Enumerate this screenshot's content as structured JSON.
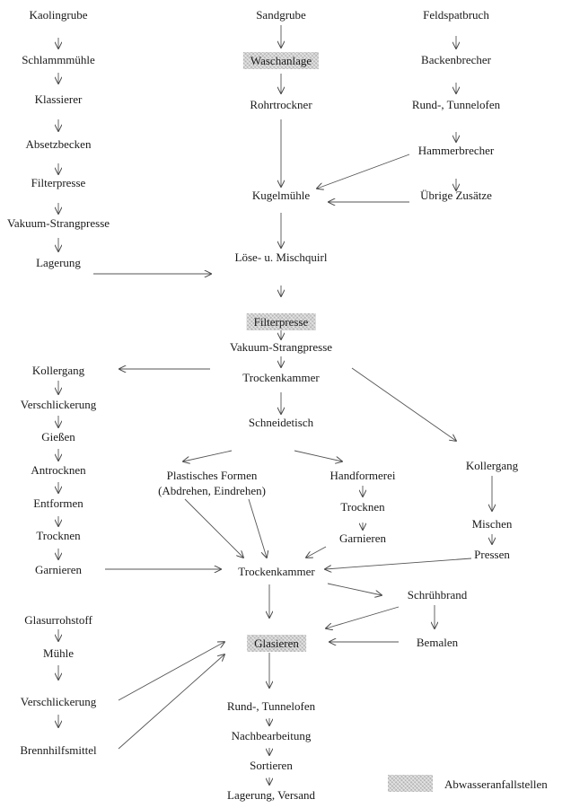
{
  "legend": {
    "label": "Abwasseranfallstellen",
    "color": "#cfcfcf"
  },
  "nodes": {
    "kaolingrube": "Kaolingrube",
    "schlammmuehle": "Schlammmühle",
    "klassierer": "Klassierer",
    "absetzbecken": "Absetzbecken",
    "filterpresse_l": "Filterpresse",
    "vakuum_l": "Vakuum-Strangpresse",
    "lagerung_l": "Lagerung",
    "sandgrube": "Sandgrube",
    "waschanlage": "Waschanlage",
    "rohrtrockner": "Rohrtrockner",
    "kugelmuehle": "Kugelmühle",
    "loese": "Löse- u. Mischquirl",
    "feldspatbruch": "Feldspatbruch",
    "backenbrecher": "Backenbrecher",
    "rundofen_r": "Rund-, Tunnelofen",
    "hammerbrecher": "Hammerbrecher",
    "zusaetze": "Übrige Zusätze",
    "filterpresse_c": "Filterpresse",
    "vakuum_c": "Vakuum-Strangpresse",
    "trockenkammer_1": "Trockenkammer",
    "schneidetisch": "Schneidetisch",
    "kollergang_l": "Kollergang",
    "verschlickerung_l": "Verschlickerung",
    "giessen": "Gießen",
    "antrocknen": "Antrocknen",
    "entformen": "Entformen",
    "trocknen_l": "Trocknen",
    "garnieren_l": "Garnieren",
    "plastisch_1": "Plastisches Formen",
    "plastisch_2": "(Abdrehen, Eindrehen)",
    "handformerei": "Handformerei",
    "trocknen_m": "Trocknen",
    "garnieren_m": "Garnieren",
    "kollergang_r": "Kollergang",
    "mischen": "Mischen",
    "pressen": "Pressen",
    "trockenkammer_2": "Trockenkammer",
    "schruehbrand": "Schrühbrand",
    "bemalen": "Bemalen",
    "glasieren": "Glasieren",
    "glasurrohstoff": "Glasurrohstoff",
    "muehle": "Mühle",
    "verschlickerung_b": "Verschlickerung",
    "brennhilfsmittel": "Brennhilfsmittel",
    "rundofen_c": "Rund-, Tunnelofen",
    "nachbearbeitung": "Nachbearbeitung",
    "sortieren": "Sortieren",
    "versand": "Lagerung, Versand"
  },
  "edges": [
    [
      "kaolingrube",
      "schlammmuehle"
    ],
    [
      "schlammmuehle",
      "klassierer"
    ],
    [
      "klassierer",
      "absetzbecken"
    ],
    [
      "absetzbecken",
      "filterpresse_l"
    ],
    [
      "filterpresse_l",
      "vakuum_l"
    ],
    [
      "vakuum_l",
      "lagerung_l"
    ],
    [
      "lagerung_l",
      "loese"
    ],
    [
      "sandgrube",
      "waschanlage"
    ],
    [
      "waschanlage",
      "rohrtrockner"
    ],
    [
      "rohrtrockner",
      "kugelmuehle"
    ],
    [
      "feldspatbruch",
      "backenbrecher"
    ],
    [
      "backenbrecher",
      "rundofen_r"
    ],
    [
      "rundofen_r",
      "hammerbrecher"
    ],
    [
      "hammerbrecher",
      "zusaetze"
    ],
    [
      "hammerbrecher",
      "kugelmuehle"
    ],
    [
      "zusaetze",
      "kugelmuehle"
    ],
    [
      "kugelmuehle",
      "loese"
    ],
    [
      "loese",
      "filterpresse_c"
    ],
    [
      "filterpresse_c",
      "vakuum_c"
    ],
    [
      "vakuum_c",
      "trockenkammer_1"
    ],
    [
      "trockenkammer_1",
      "kollergang_l"
    ],
    [
      "trockenkammer_1",
      "schneidetisch"
    ],
    [
      "trockenkammer_1",
      "kollergang_r"
    ],
    [
      "kollergang_l",
      "verschlickerung_l"
    ],
    [
      "verschlickerung_l",
      "giessen"
    ],
    [
      "giessen",
      "antrocknen"
    ],
    [
      "antrocknen",
      "entformen"
    ],
    [
      "entformen",
      "trocknen_l"
    ],
    [
      "trocknen_l",
      "garnieren_l"
    ],
    [
      "schneidetisch",
      "plastisch"
    ],
    [
      "schneidetisch",
      "handformerei"
    ],
    [
      "handformerei",
      "trocknen_m"
    ],
    [
      "trocknen_m",
      "garnieren_m"
    ],
    [
      "kollergang_r",
      "mischen"
    ],
    [
      "mischen",
      "pressen"
    ],
    [
      "plastisch",
      "trockenkammer_2"
    ],
    [
      "garnieren_m",
      "trockenkammer_2"
    ],
    [
      "garnieren_l",
      "trockenkammer_2"
    ],
    [
      "pressen",
      "trockenkammer_2"
    ],
    [
      "trockenkammer_2",
      "schruehbrand"
    ],
    [
      "trockenkammer_2",
      "glasieren"
    ],
    [
      "schruehbrand",
      "bemalen"
    ],
    [
      "schruehbrand",
      "glasieren"
    ],
    [
      "bemalen",
      "glasieren"
    ],
    [
      "glasurrohstoff",
      "muehle"
    ],
    [
      "muehle",
      "verschlickerung_b"
    ],
    [
      "verschlickerung_b",
      "brennhilfsmittel"
    ],
    [
      "verschlickerung_b",
      "glasieren"
    ],
    [
      "brennhilfsmittel",
      "glasieren"
    ],
    [
      "glasieren",
      "rundofen_c"
    ],
    [
      "rundofen_c",
      "nachbearbeitung"
    ],
    [
      "nachbearbeitung",
      "sortieren"
    ],
    [
      "sortieren",
      "versand"
    ]
  ]
}
